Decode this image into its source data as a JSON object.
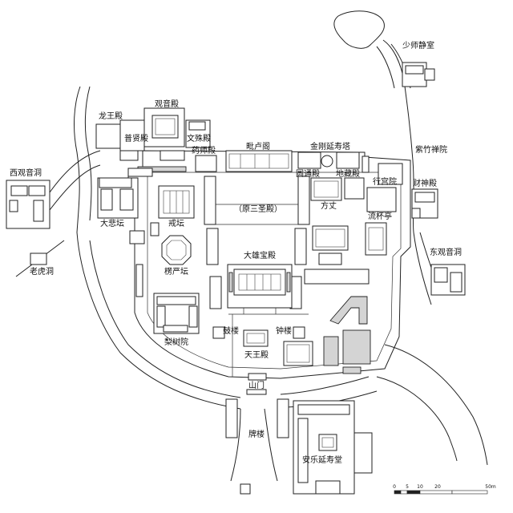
{
  "labels": {
    "shaoshi_jingshi": "少师静室",
    "longwang_dian": "龙王殿",
    "guanyin_dian": "观音殿",
    "puxian_dian": "普贤殿",
    "wenshu_dian": "文殊殿",
    "yaoshi_dian": "药师殿",
    "piluge": "毗卢阁",
    "jingang_yanshouta": "金刚延寿塔",
    "zizhu_chanyuan": "紫竹禅院",
    "xi_guanyin_dong": "西观音洞",
    "yuantong_dian": "圆通殿",
    "dizang_dian": "地藏殿",
    "xinggong_yuan": "行宫院",
    "caishen_dian": "财神殿",
    "dabei_tan": "大悲坛",
    "jie_tan": "戒坛",
    "yuan_sansheng_dian": "（原三圣殿）",
    "fangzhang": "方丈",
    "liubei_ting": "流杯亭",
    "laohu_dong": "老虎洞",
    "lengyan_tan": "楞严坛",
    "daxiong_baodian": "大雄宝殿",
    "dong_guanyin_dong": "东观音洞",
    "lishu_yuan": "梨树院",
    "gu_lou": "鼓楼",
    "zhong_lou": "钟楼",
    "tianwang_dian": "天王殿",
    "shan_men": "山门",
    "pai_lou": "牌楼",
    "anle_yanshoutang": "安乐延寿堂"
  },
  "scale_bar": {
    "ticks": [
      "0",
      "5",
      "10",
      "20",
      "50m"
    ]
  },
  "colors": {
    "line": "#222222",
    "fill_grey": "#d4d4d4",
    "background": "#ffffff"
  }
}
